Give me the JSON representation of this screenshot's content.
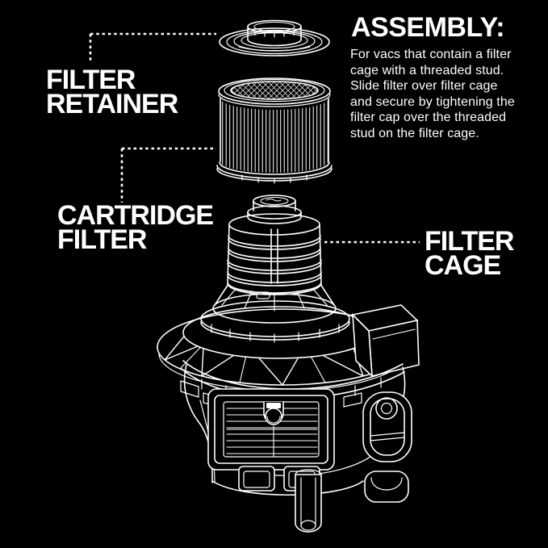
{
  "page": {
    "background": "#000000",
    "line_color": "#ffffff",
    "text_color": "#ffffff"
  },
  "parts": {
    "filter_retainer": {
      "label_line1": "FILTER",
      "label_line2": "RETAINER"
    },
    "cartridge_filter": {
      "label_line1": "CARTRIDGE",
      "label_line2": "FILTER"
    },
    "filter_cage": {
      "label_line1": "FILTER",
      "label_line2": "CAGE"
    }
  },
  "assembly": {
    "heading": "ASSEMBLY:",
    "body_lines": [
      "For vacs that contain a filter",
      "cage with a threaded stud.",
      "Slide filter over filter cage",
      "and secure by tightening the",
      "filter cap over the threaded",
      "stud on the filter cage."
    ]
  }
}
